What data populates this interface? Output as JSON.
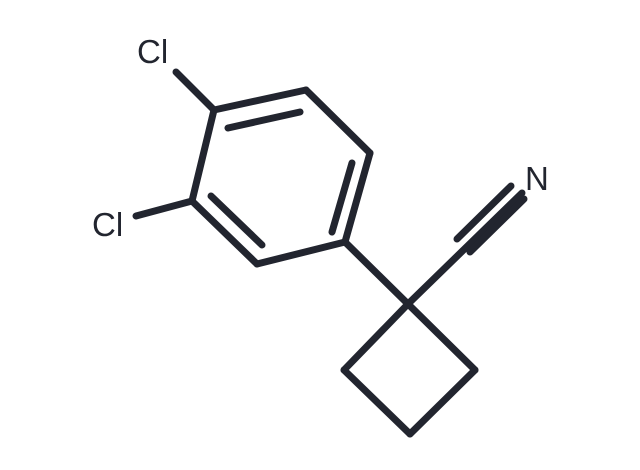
{
  "molecule": {
    "atoms": {
      "cl_top": "Cl",
      "cl_left": "Cl",
      "n": "N"
    }
  }
}
